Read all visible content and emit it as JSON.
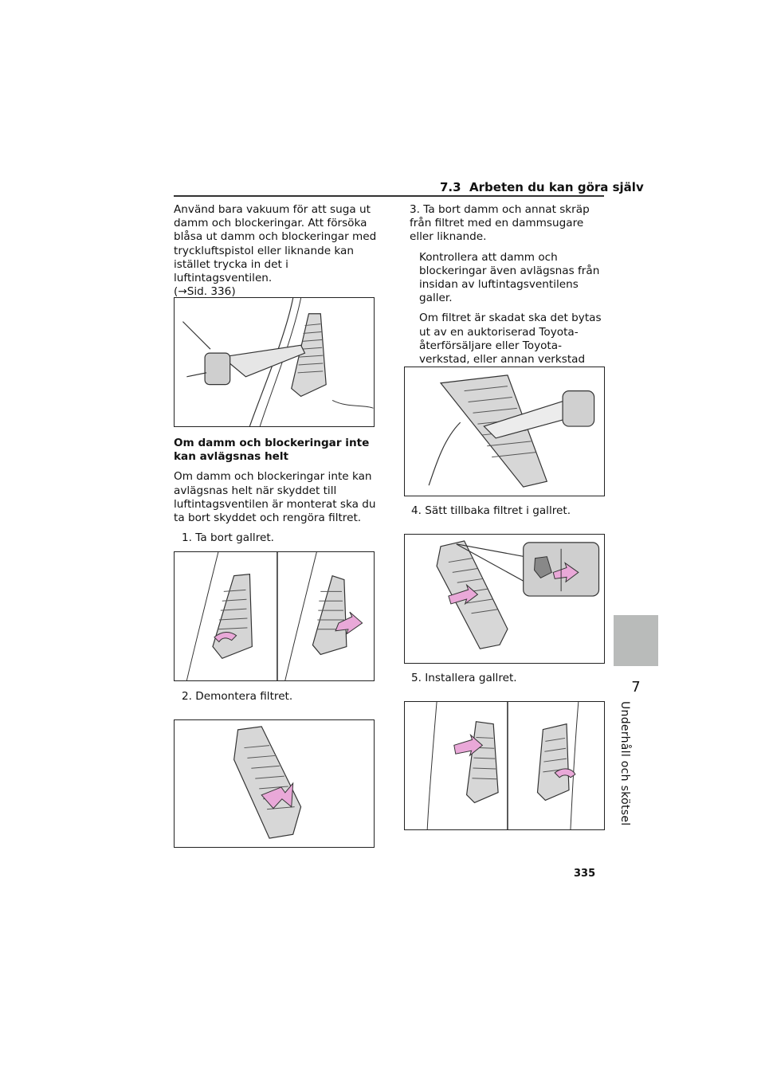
{
  "header": {
    "section": "7.3",
    "title": "Arbeten du kan göra själv"
  },
  "left_column": {
    "intro": "Använd bara vakuum för att suga ut damm och blockeringar. Att försöka blåsa ut damm och blockeringar med tryckluftspistol eller liknande kan istället trycka in det i luftintagsventilen.",
    "intro_ref": "(→Sid. 336)",
    "subheading": "Om damm och blockeringar inte kan avlägsnas helt",
    "subtext": "Om damm och blockeringar inte kan avlägsnas helt när skyddet till luftintagsventilen är monterat ska du ta bort skyddet och rengöra filtret.",
    "step1": "1. Ta bort gallret.",
    "step2": "2. Demontera filtret."
  },
  "right_column": {
    "step3": "3. Ta bort damm och annat skräp från filtret med en dammsugare eller liknande.",
    "step3_note1": "Kontrollera att damm och blockeringar även avlägsnas från insidan av luftintagsventilens galler.",
    "step3_note2": "Om filtret är skadat ska det bytas ut av en auktoriserad Toyota-återförsäljare eller Toyota-verkstad, eller annan verkstad med motsvarande kvalifikationer.",
    "step4": "4. Sätt tillbaka filtret i gallret.",
    "step5": "5. Installera gallret."
  },
  "side_tab": {
    "number": "7",
    "label": "Underhåll och skötsel"
  },
  "page_number": "335",
  "colors": {
    "arrow": "#e9a8d8",
    "tab": "#b9bbba",
    "panel": "#bdbdbd"
  }
}
